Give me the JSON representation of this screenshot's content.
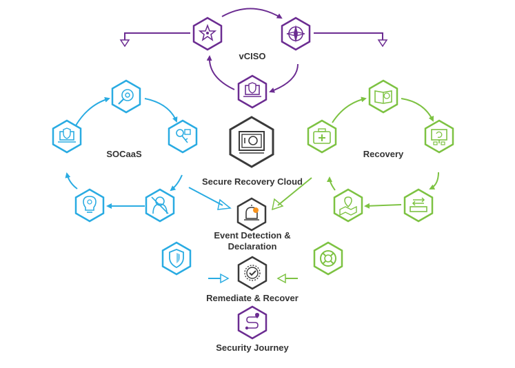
{
  "labels": {
    "vciso": "vCISO",
    "socaas": "SOCaaS",
    "recovery": "Recovery",
    "secure_recovery_cloud": "Secure Recovery Cloud",
    "event_detection_line1": "Event Detection &",
    "event_detection_line2": "Declaration",
    "remediate_recover": "Remediate & Recover",
    "security_journey": "Security Journey"
  },
  "colors": {
    "purple": "#6b2c91",
    "blue": "#29abe2",
    "green": "#7dc242",
    "dark": "#3a3a3a",
    "text": "#333333"
  },
  "icons": {
    "vciso": [
      "star-person-icon",
      "compass-icon",
      "laptop-shield-icon"
    ],
    "socaas": [
      "magnifier-gear-icon",
      "key-lock-icon",
      "hacker-icon",
      "lightbulb-icon",
      "laptop-shield-icon"
    ],
    "recovery": [
      "book-clock-icon",
      "monitor-workflow-icon",
      "server-transfer-icon",
      "hand-map-icon",
      "first-aid-kit-icon"
    ],
    "center": [
      "vault-icon",
      "bell-alarm-icon",
      "checkmark-badge-icon",
      "route-map-icon",
      "shield-icon",
      "lifebuoy-icon"
    ]
  }
}
